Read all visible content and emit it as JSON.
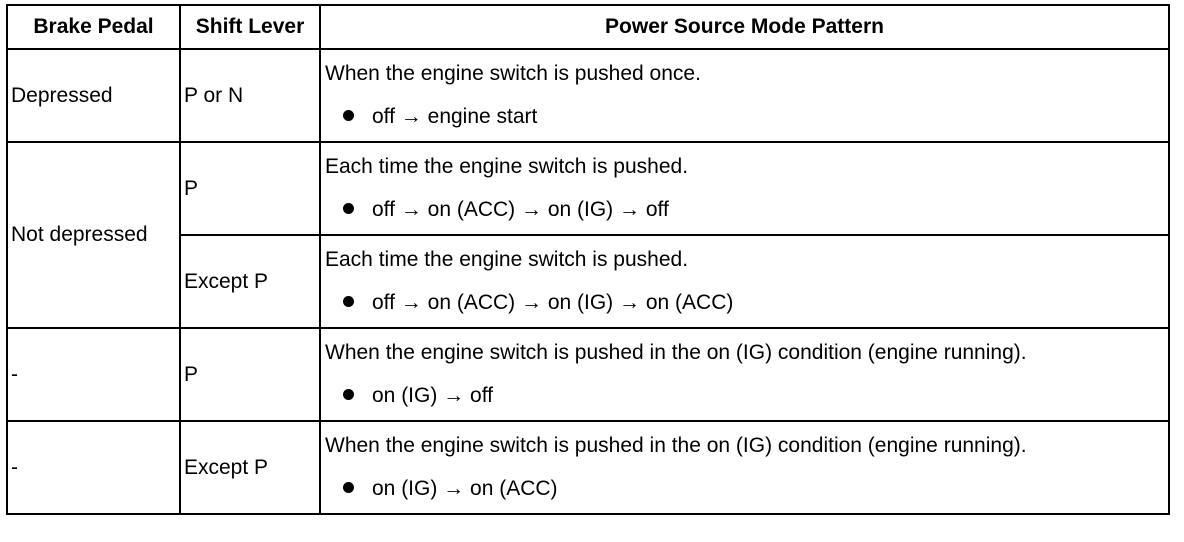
{
  "table": {
    "headers": {
      "brake_pedal": "Brake Pedal",
      "shift_lever": "Shift Lever",
      "pattern": "Power Source Mode Pattern"
    },
    "rows": [
      {
        "brake": "Depressed",
        "shift": "P or N",
        "description": "When the engine switch is pushed once.",
        "sequence": "off → engine start"
      },
      {
        "brake": "Not depressed",
        "shift": "P",
        "description": "Each time the engine switch is pushed.",
        "sequence": "off → on (ACC) → on (IG) → off"
      },
      {
        "shift": "Except P",
        "description": "Each time the engine switch is pushed.",
        "sequence": "off → on (ACC) → on (IG) → on (ACC)"
      },
      {
        "brake": "-",
        "shift": "P",
        "description": "When the engine switch is pushed in the on (IG) condition (engine running).",
        "sequence": "on (IG) → off"
      },
      {
        "brake": "-",
        "shift": "Except P",
        "description": "When the engine switch is pushed in the on (IG) condition (engine running).",
        "sequence": "on (IG) → on (ACC)"
      }
    ]
  }
}
